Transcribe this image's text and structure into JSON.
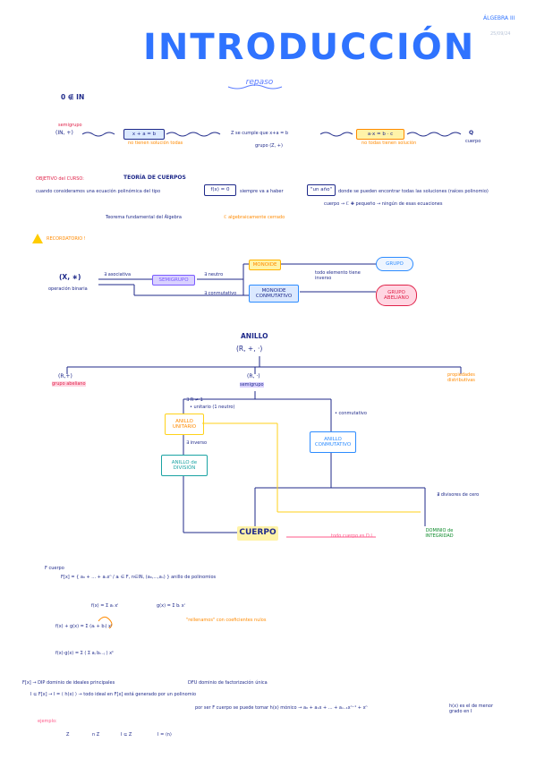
{
  "header": {
    "course": "ÁLGEBRA III",
    "date": "25/09/24",
    "title": "INTRODUCCIÓN",
    "subtitle": "repaso"
  },
  "intro": {
    "zero_not_in": "0 ∉ IN",
    "semigroup_label": "semigrupo",
    "semigroup": "(IN, +)",
    "eq1": "x + a = b",
    "eq1_note": "no tienen solución todas",
    "z_text": "Z se cumple que x+a = b",
    "z_group": "grupo (Z, +)",
    "eq2": "a·x = b · c",
    "eq2_note": "no todas tienen solución",
    "q": "Q",
    "q_note": "cuerpo"
  },
  "objective": {
    "label": "OBJETIVO del CURSO:",
    "theory": "TEORÍA DE CUERPOS",
    "sentence": "cuando consideramos una ecuación polinómica del tipo",
    "fx": "f(x) = 0",
    "sentence2": "siempre va a haber",
    "un_ano": "\"un año\"",
    "sentence3": "donde se pueden encontrar todas las soluciones (raíces polinomio)",
    "chain": "cuerpo → ℂ ✚ pequeño → ningún de esas ecuaciones",
    "tfa": "Teorema fundamental del Álgebra",
    "c_closed": "ℂ algebraicamente cerrado"
  },
  "reminder": {
    "label": "RECORDATORIO !",
    "xstar": "(X, ∗)",
    "operation": "operación binaria",
    "assoc": "∃ asociativa",
    "semigroup": "SEMIGRUPO",
    "neutral": "∃ neutro",
    "conmut": "∃ conmutativo",
    "monoide": "MONOIDE",
    "monoide_conm": "MONOIDE CONMUTATIVO",
    "inv_note": "todo elemento tiene inverso",
    "grupo": "GRUPO",
    "grupo_abel": "GRUPO ABELIANO"
  },
  "ring": {
    "title": "ANILLO",
    "triple": "(R, +, ·)",
    "add": "(R,+)",
    "add_label": "grupo abeliano",
    "mul": "(R, ·)",
    "mul_label": "semigrupo",
    "distrib": "propiedades distributivas",
    "unit_cond": "∃ R ≠ 1",
    "unit_note": "• unitario (1 neutro)",
    "conm_note": "• conmutativo",
    "anillo_unit": "ANILLO UNITARIO",
    "inverse": "∃ inverso",
    "anillo_div": "ANILLO de DIVISIÓN",
    "anillo_conm": "ANILLO CONMUTATIVO",
    "no_zero_div": "∄ divisores de cero",
    "cuerpo": "CUERPO",
    "dominio": "DOMINIO de INTEGRIDAD",
    "dominio_note": "todo cuerpo es D.I."
  },
  "polys": {
    "f_label": "F cuerpo",
    "fx_def": "F[x] = { a₀ + ... + aₙxⁿ / aᵢ ∈ F, n∈IN, (a₀,...,aₙ) } anillo de polinomios",
    "f_sum": "f(x) = Σ aᵢ xⁱ",
    "g_sum": "g(x) = Σ bᵢ xⁱ",
    "fg_sum": "f(x) + g(x) = Σ (aᵢ + bᵢ) xⁱ",
    "note_equal": "\"rellenamos\" con coeficientes nulos",
    "fg_prod": "f(x)·g(x) = Σ ( Σ aⱼ bₖ₋ⱼ ) xᵏ",
    "dip": "F[x] → DIP dominio de ideales principales",
    "dfu": "DFU dominio de factorización única",
    "ideal": "I ⊆ F[x] → I = ⟨ h(x) ⟩ → todo ideal en F[x] está generado por un polinomio",
    "monic": "por ser F cuerpo se puede tomar h(x) mónico → a₀ + a₁x + ... + aₙ₋₁xⁿ⁻¹ + xⁿ",
    "monic_note": "h(x) es el de menor grado en I",
    "example_label": "ejemplo:",
    "examples": [
      "Z",
      "n Z",
      "I ⊆ Z",
      "I = ⟨n⟩"
    ]
  }
}
